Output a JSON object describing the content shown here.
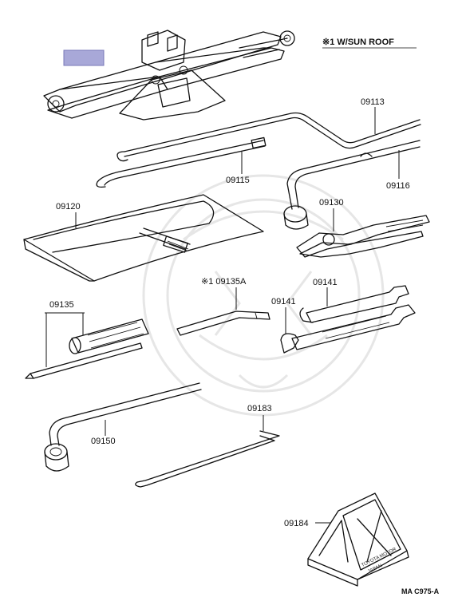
{
  "diagram": {
    "note": "※1 W/SUN ROOF",
    "drawing_code": "MA C975-A",
    "parts": [
      {
        "id": "jack",
        "label": ""
      },
      {
        "id": "09113",
        "label": "09113"
      },
      {
        "id": "09115",
        "label": "09115"
      },
      {
        "id": "09116",
        "label": "09116"
      },
      {
        "id": "09120",
        "label": "09120"
      },
      {
        "id": "09130",
        "label": "09130"
      },
      {
        "id": "09135A",
        "label": "※1 09135A"
      },
      {
        "id": "09135",
        "label": "09135"
      },
      {
        "id": "09141a",
        "label": "09141"
      },
      {
        "id": "09141b",
        "label": "09141"
      },
      {
        "id": "09150",
        "label": "09150"
      },
      {
        "id": "09183",
        "label": "09183"
      },
      {
        "id": "09184",
        "label": "09184"
      }
    ],
    "chock_stamp": [
      "TOYOTA MOTOR",
      "JAPAN"
    ],
    "highlight_color": "#a8a8d8"
  }
}
